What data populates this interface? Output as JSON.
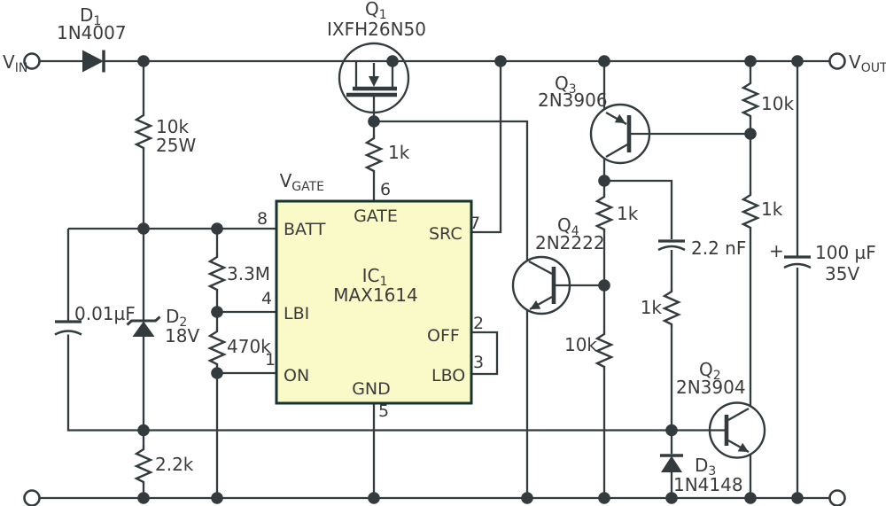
{
  "colors": {
    "background": "#ffffff",
    "wire": "#333b3e",
    "text": "#3b3b3b",
    "ic_fill": "#fafac8",
    "ic_border": "#163330"
  },
  "terminals": {
    "vin": {
      "label": "V",
      "sub": "IN"
    },
    "vout": {
      "label": "V",
      "sub": "OUT"
    }
  },
  "nets": {
    "vgate": {
      "label": "V",
      "sub": "GATE"
    }
  },
  "ic1": {
    "ref": "IC",
    "ref_sub": "1",
    "part": "MAX1614",
    "pins": {
      "batt": {
        "num": "8",
        "name": "BATT"
      },
      "gate": {
        "num": "6",
        "name": "GATE"
      },
      "src": {
        "num": "7",
        "name": "SRC"
      },
      "lbi": {
        "num": "4",
        "name": "LBI"
      },
      "off": {
        "num": "2",
        "name": "OFF"
      },
      "on": {
        "num": "1",
        "name": "ON"
      },
      "lbo": {
        "num": "3",
        "name": "LBO"
      },
      "gnd": {
        "num": "5",
        "name": "GND"
      }
    }
  },
  "transistors": {
    "q1": {
      "ref": "Q",
      "sub": "1",
      "part": "IXFH26N50"
    },
    "q2": {
      "ref": "Q",
      "sub": "2",
      "part": "2N3904"
    },
    "q3": {
      "ref": "Q",
      "sub": "3",
      "part": "2N3906"
    },
    "q4": {
      "ref": "Q",
      "sub": "4",
      "part": "2N2222"
    }
  },
  "diodes": {
    "d1": {
      "ref": "D",
      "sub": "1",
      "part": "1N4007"
    },
    "d2": {
      "ref": "D",
      "sub": "2",
      "part": "18V"
    },
    "d3": {
      "ref": "D",
      "sub": "3",
      "part": "1N4148"
    }
  },
  "resistors": {
    "input_bleeder": {
      "value": "10k",
      "rating": "25W"
    },
    "gate": {
      "value": "1k"
    },
    "divider_top": {
      "value": "3.3M"
    },
    "divider_bottom": {
      "value": "470k"
    },
    "on_pulldown": {
      "value": "2.2k"
    },
    "q3_load": {
      "value": "1k"
    },
    "q4_base": {
      "value": "10k"
    },
    "feedback": {
      "value": "1k"
    },
    "out_top": {
      "value": "10k"
    },
    "out_mid": {
      "value": "1k"
    }
  },
  "capacitors": {
    "input_filter": {
      "value": "0.01µF"
    },
    "speedup": {
      "value": "2.2 nF"
    },
    "output": {
      "value": "100 µF",
      "rating": "35V",
      "polarity": "+"
    }
  }
}
